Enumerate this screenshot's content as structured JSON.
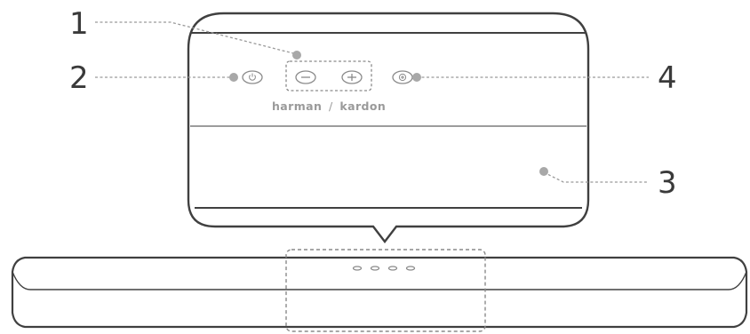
{
  "callouts": [
    {
      "number": "1",
      "target": "volume-buttons"
    },
    {
      "number": "2",
      "target": "power-button"
    },
    {
      "number": "3",
      "target": "display-panel"
    },
    {
      "number": "4",
      "target": "source-button"
    }
  ],
  "brand": {
    "left": "harman",
    "right": "kardon"
  },
  "colors": {
    "outline": "#404040",
    "callout_line": "#9a9a9a",
    "callout_dot": "#a8a8a8",
    "button_outline": "#8a8a8a"
  },
  "icons": [
    "power-icon",
    "minus-icon",
    "plus-icon",
    "source-icon"
  ]
}
